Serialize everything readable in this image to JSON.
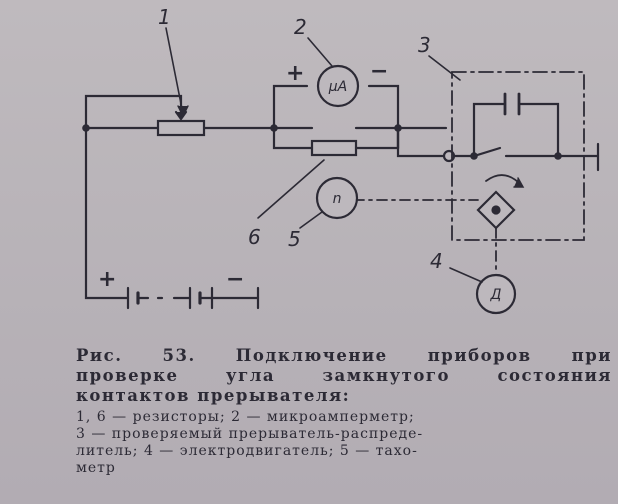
{
  "diagram": {
    "labels": {
      "n1": "1",
      "n2": "2",
      "n3": "3",
      "n4": "4",
      "n5": "5",
      "n6": "6",
      "plus_top": "+",
      "minus_top": "−",
      "plus_bottom": "+",
      "minus_bottom": "−"
    },
    "instruments": {
      "microammeter": "μA",
      "tachometer": "n",
      "motor": "Д"
    }
  },
  "caption": {
    "title_line1": "Рис. 53. Подключение приборов при",
    "title_line2": "проверке угла замкнутого состояния",
    "title_line3": "контактов прерывателя:",
    "legend_line1": "1, 6 — резисторы; 2 — микроамперметр;",
    "legend_line2": "3 — проверяемый прерыватель-распреде-",
    "legend_line3": "литель; 4 — электродвигатель; 5 — тахо-",
    "legend_line4": "метр"
  }
}
